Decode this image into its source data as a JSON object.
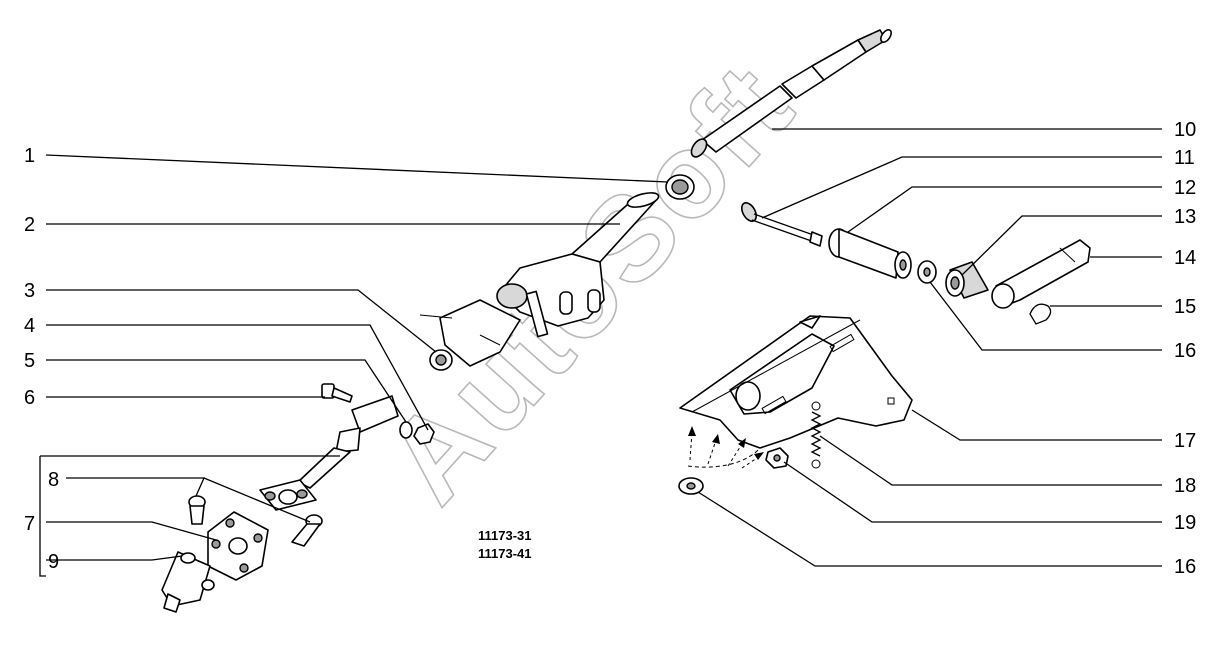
{
  "watermark": "AutoSoft",
  "codes": [
    "11173-31",
    "11173-41"
  ],
  "left_labels": [
    "1",
    "2",
    "3",
    "4",
    "5",
    "6",
    "8",
    "7",
    "9"
  ],
  "right_labels": [
    "10",
    "11",
    "12",
    "13",
    "14",
    "15",
    "16",
    "17",
    "18",
    "19",
    "16"
  ]
}
